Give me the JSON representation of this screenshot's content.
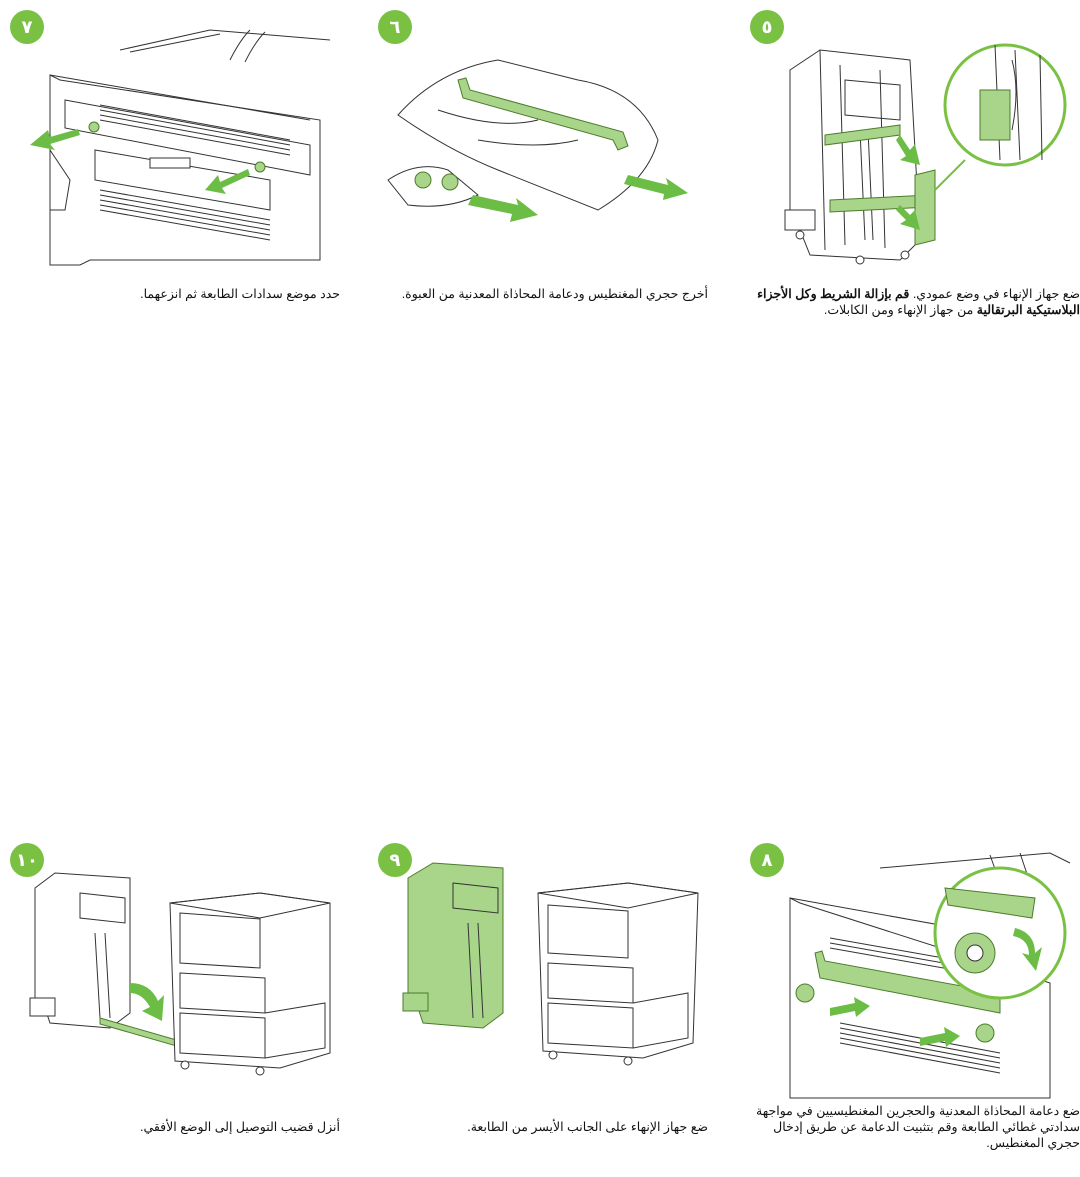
{
  "steps": [
    {
      "badge": "٧",
      "caption": "حدد موضع سدادات الطابعة ثم انزعهما."
    },
    {
      "badge": "٦",
      "caption": "أخرج حجري المغنطيس ودعامة المحاذاة المعدنية من العبوة."
    },
    {
      "badge": "٥",
      "caption_parts": [
        "ضع جهاز الإنهاء في وضع عمودي. ",
        "قم بإزالة الشريط وكل الأجزاء البلاستيكية البرتقالية",
        " من جهاز الإنهاء ومن الكابلات."
      ]
    },
    {
      "badge": "١٠",
      "caption": "أنزل قضيب التوصيل إلى الوضع الأفقي."
    },
    {
      "badge": "٩",
      "caption": "ضع جهاز الإنهاء على الجانب الأيسر من الطابعة."
    },
    {
      "badge": "٨",
      "caption": "ضع دعامة المحاذاة المعدنية والحجرين المغنطيسيين في مواجهة سدادتي غطائي الطابعة وقم بتثبيت الدعامة عن طريق إدخال حجري المغنطيس."
    }
  ],
  "colors": {
    "accent": "#7ac143",
    "highlight": "#a8d58a"
  }
}
